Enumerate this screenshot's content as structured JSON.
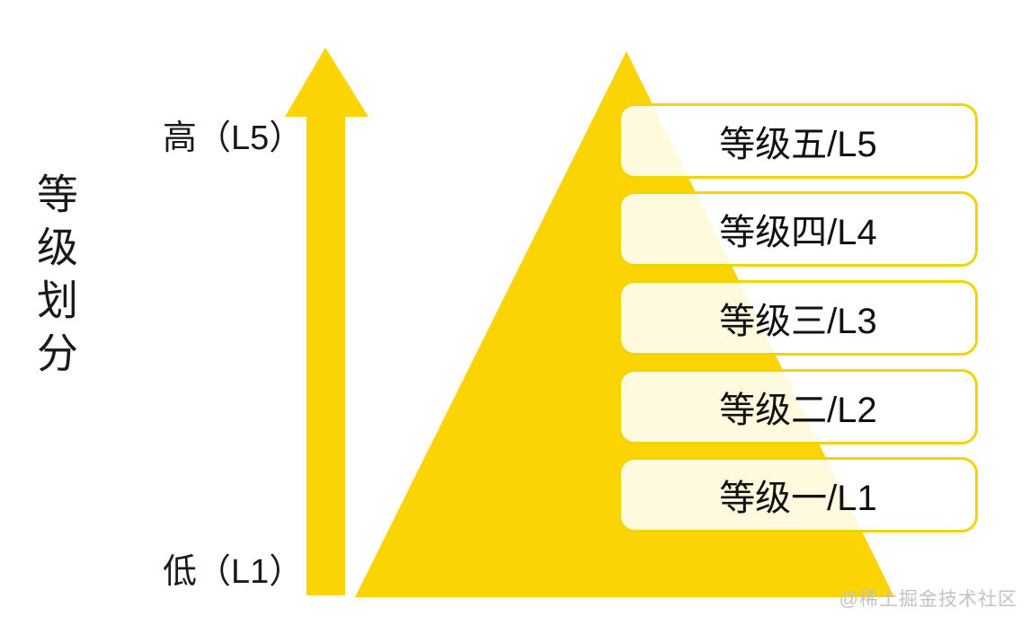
{
  "title": {
    "text": "等级划分"
  },
  "axis": {
    "high_label": "高（L5）",
    "low_label": "低（L1）"
  },
  "pyramid": {
    "levels": [
      {
        "label": "等级五/L5"
      },
      {
        "label": "等级四/L4"
      },
      {
        "label": "等级三/L3"
      },
      {
        "label": "等级二/L2"
      },
      {
        "label": "等级一/L1"
      }
    ]
  },
  "watermark": {
    "text": "@稀土掘金技术社区"
  },
  "colors": {
    "yellow": "#FCD303",
    "box_border": "#F2D400",
    "box_fill": "rgba(255,255,255,0.87)",
    "text": "#1A1A1A",
    "watermark": "#C2C2C2",
    "background": "#FFFFFF"
  }
}
